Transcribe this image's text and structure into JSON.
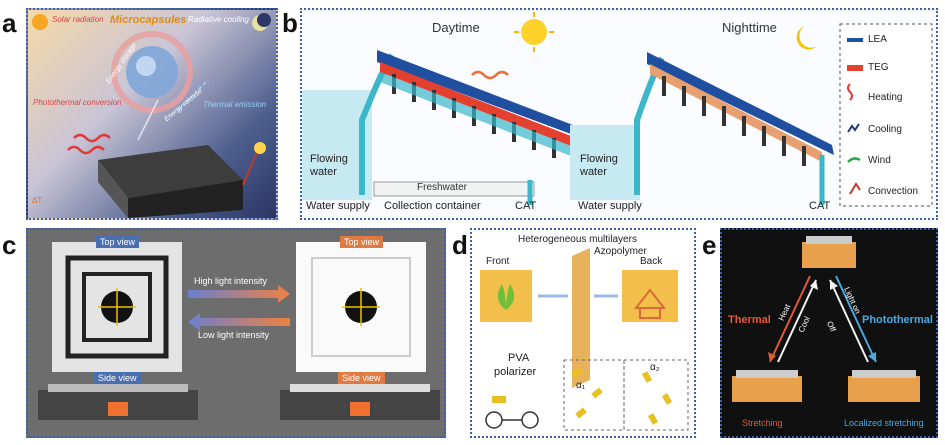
{
  "panels": {
    "a": {
      "label": "a",
      "solar": "Solar radiation",
      "microcapsules": "Microcapsules",
      "radiative": "Radiative cooling",
      "energy_storage": "Energy storage",
      "energy_release": "Energy release",
      "photothermal": "Photothermal conversion",
      "thermal_emission": "Thermal emission",
      "delta_t": "ΔT"
    },
    "b": {
      "label": "b",
      "daytime": "Daytime",
      "nighttime": "Nighttime",
      "flowing_water": "Flowing water",
      "water_supply": "Water supply",
      "freshwater": "Freshwater",
      "collection": "Collection container",
      "cat": "CAT",
      "legend": [
        "LEA",
        "TEG",
        "Heating",
        "Cooling",
        "Wind",
        "Convection"
      ]
    },
    "c": {
      "label": "c",
      "top_view": "Top view",
      "side_view": "Side view",
      "high": "High light intensity",
      "low": "Low light intensity"
    },
    "d": {
      "label": "d",
      "title": "Heterogeneous multilayers",
      "azopolymer": "Azopolymer",
      "front": "Front",
      "back": "Back",
      "pva": "PVA",
      "polarizer": "polarizer",
      "alpha1": "α₁",
      "alpha2": "α₂"
    },
    "e": {
      "label": "e",
      "thermal": "Thermal",
      "photothermal": "Photothermal",
      "heat": "Heat",
      "cool": "Cool",
      "light_on": "Light on",
      "off": "Off",
      "stretching": "Stretching",
      "localized": "Localized stretching"
    }
  }
}
